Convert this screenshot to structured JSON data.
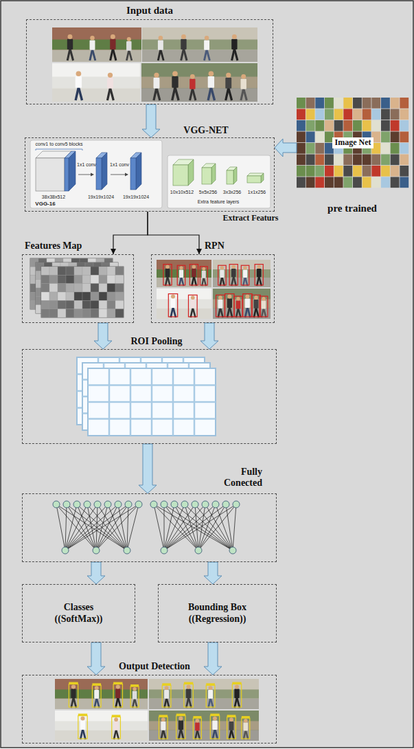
{
  "diagram": {
    "nodes": [
      {
        "text": [
          "Input data"
        ]
      },
      {
        "text": [
          "VGG-NET",
          "Extract Featurs"
        ]
      },
      {
        "text": [
          "Image Net",
          "pre trained"
        ]
      },
      {
        "text": [
          "Features Map"
        ]
      },
      {
        "text": [
          "RPN"
        ]
      },
      {
        "text": [
          "ROI Pooling"
        ]
      },
      {
        "text": [
          "Fully Conected"
        ]
      },
      {
        "text": [
          "Classes ((SoftMax))"
        ]
      },
      {
        "text": [
          "Bounding Box ((Regression))"
        ]
      },
      {
        "text": [
          "Output Detection"
        ]
      }
    ],
    "edges": [
      {
        "from": 0,
        "to": 1,
        "arrow": "to"
      },
      {
        "from": 2,
        "to": 1,
        "arrow": "to"
      },
      {
        "from": 1,
        "to": 3,
        "arrow": "to"
      },
      {
        "from": 1,
        "to": 4,
        "arrow": "to"
      },
      {
        "from": 3,
        "to": 5,
        "arrow": "to"
      },
      {
        "from": 4,
        "to": 5,
        "arrow": "to"
      },
      {
        "from": 5,
        "to": 6,
        "arrow": "to"
      },
      {
        "from": 6,
        "to": 7,
        "arrow": "to"
      },
      {
        "from": 6,
        "to": 8,
        "arrow": "to"
      },
      {
        "from": 7,
        "to": 9,
        "arrow": "to"
      },
      {
        "from": 8,
        "to": 9,
        "arrow": "to"
      }
    ],
    "labels": [
      "conv1 to conv5 blocks",
      "38x38x512",
      "1x1 conv",
      "19x19x1024",
      "1x1 conv",
      "19x19x1024",
      "VGG-16",
      "10x10x512",
      "5x5x256",
      "3x3x256",
      "1x1x256",
      "Extra feature layers"
    ]
  }
}
